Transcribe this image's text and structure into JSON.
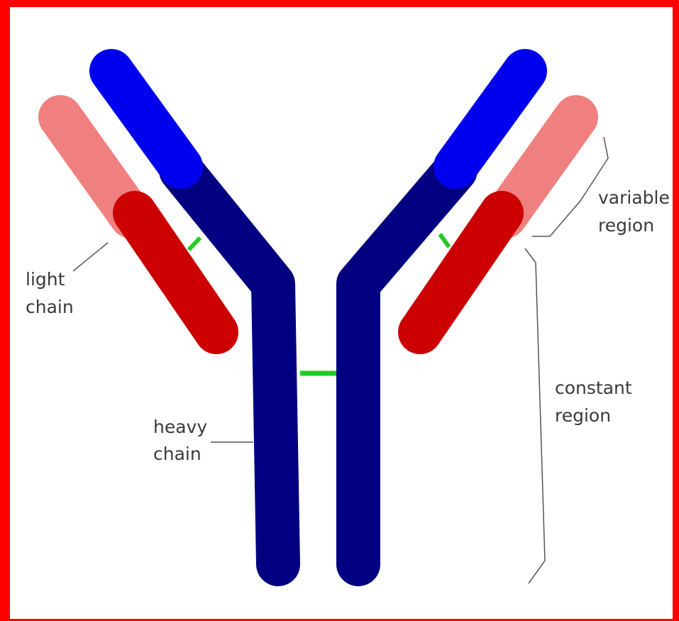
{
  "diagram": {
    "labels": {
      "light_chain": [
        "light",
        "chain"
      ],
      "heavy_chain": [
        "heavy",
        "chain"
      ],
      "variable_region": [
        "variable",
        "region"
      ],
      "constant_region": [
        "constant",
        "region"
      ]
    },
    "colors": {
      "border": "#ff0000",
      "background": "#ffffff",
      "heavy_variable": "#0000ee",
      "heavy_constant": "#000080",
      "light_variable": "#f08080",
      "light_constant": "#cc0000",
      "disulfide_bond": "#22cc22",
      "leader_line": "#555555"
    }
  }
}
